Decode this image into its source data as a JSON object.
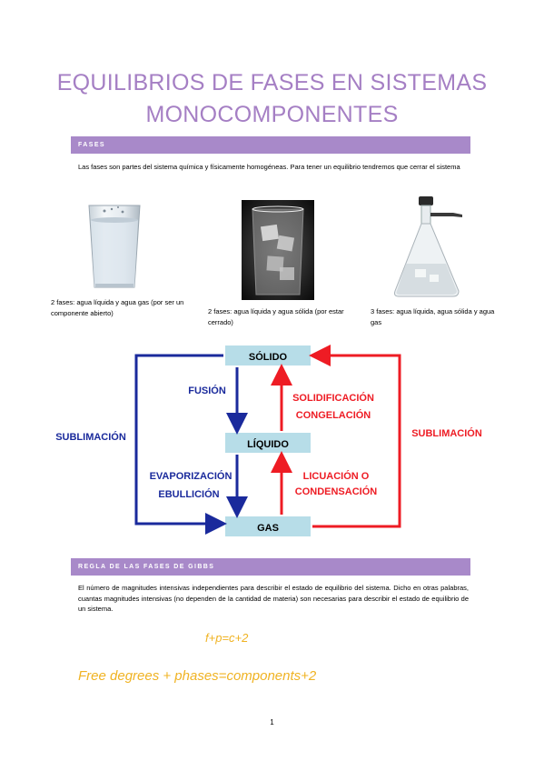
{
  "title": {
    "line1": "EQUILIBRIOS DE FASES EN SISTEMAS",
    "line2": "MONOCOMPONENTES"
  },
  "section_fases": {
    "heading": "FASES",
    "text": "Las fases son partes del sistema química y físicamente homogéneas. Para tener un equilibrio tendremos que cerrar el sistema"
  },
  "images": [
    {
      "icon": "water-glass-photo",
      "caption": "2 fases: agua líquida y agua gas (por ser un componente abierto)"
    },
    {
      "icon": "ice-water-glass-photo",
      "caption": "2 fases: agua líquida y agua sólida (por estar cerrado)"
    },
    {
      "icon": "sealed-flask-photo",
      "caption": "3 fases: agua líquida, agua sólida y agua gas"
    }
  ],
  "diagram": {
    "states": {
      "solid": "SÓLIDO",
      "liquid": "LÍQUIDO",
      "gas": "GAS"
    },
    "left_transitions": {
      "fusion": "FUSIÓN",
      "evaporation_1": "EVAPORIZACIÓN",
      "evaporation_2": "EBULLICIÓN",
      "sublimation": "SUBLIMACIÓN"
    },
    "right_transitions": {
      "solidification_1": "SOLIDIFICACIÓN",
      "solidification_2": "CONGELACIÓN",
      "condensation_1": "LICUACIÓN O",
      "condensation_2": "CONDENSACIÓN",
      "sublimation": "SUBLIMACIÓN"
    },
    "colors": {
      "forward": "#1a2a9c",
      "reverse": "#ee1c24",
      "state_box": "#b7dde8"
    }
  },
  "section_gibbs": {
    "heading": "REGLA DE LAS FASES DE GIBBS",
    "text": "El número de magnitudes intensivas independientes para describir el estado de equilibrio del sistema. Dicho en otras palabras, cuantas magnitudes intensivas (no dependen de la cantidad de materia) son necesarias para describir el estado de equilibrio de un sistema.",
    "formula": "f+p=c+2",
    "formula_en": "Free degrees + phases=components+2"
  },
  "page_number": "1"
}
